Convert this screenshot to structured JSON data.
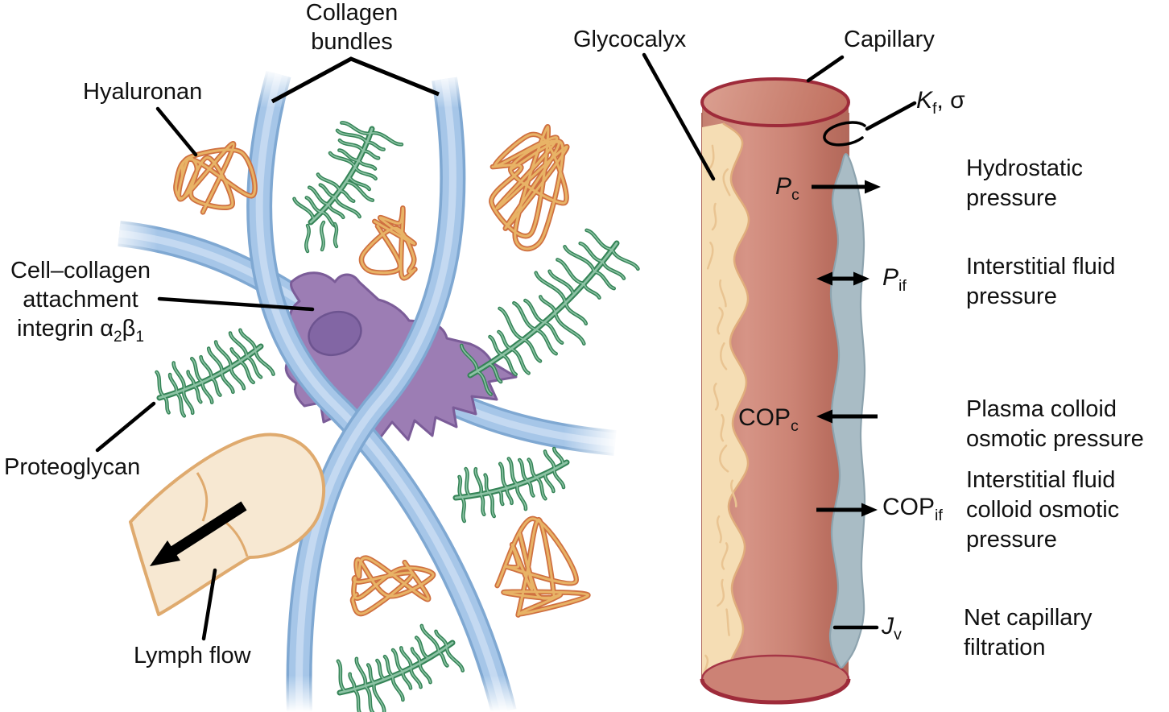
{
  "left": {
    "collagen_label": [
      "Collagen",
      "bundles"
    ],
    "hyaluronan_label": "Hyaluronan",
    "cell_label_line1": "Cell–collagen",
    "cell_label_line2": "attachment",
    "cell_label_line3": {
      "t1": "integrin α",
      "s1": "2",
      "t2": "β",
      "s2": "1"
    },
    "proteoglycan_label": "Proteoglycan",
    "lymph_label": "Lymph flow"
  },
  "right": {
    "glycocalyx_label": "Glycocalyx",
    "capillary_label": "Capillary",
    "kf_label": {
      "base": "K",
      "sub": "f",
      "rest": ", σ"
    },
    "markers": {
      "pc": {
        "base": "P",
        "sub": "c"
      },
      "pif": {
        "base": "P",
        "sub": "if"
      },
      "copc": {
        "base": "COP",
        "sub": "c"
      },
      "copif": {
        "base": "COP",
        "sub": "if"
      },
      "jv": {
        "base": "J",
        "sub": "v"
      }
    },
    "annotations": {
      "hydrostatic": [
        "Hydrostatic",
        "pressure"
      ],
      "interstitial_pressure": [
        "Interstitial fluid",
        "pressure"
      ],
      "plasma_cop": [
        "Plasma colloid",
        "osmotic pressure"
      ],
      "interstitial_cop": [
        "Interstitial fluid",
        "colloid osmotic",
        "pressure"
      ],
      "net_filtration": [
        "Net capillary",
        "filtration"
      ]
    }
  },
  "colors": {
    "collagen_blue": "#a6c6e8",
    "collagen_edge": "#7fa8d2",
    "collagen_highlight": "#c9dcf2",
    "proteoglycan_green_dark": "#358457",
    "proteoglycan_green_light": "#8cc3a4",
    "hyaluronan_orange_dark": "#cf7040",
    "hyaluronan_orange_light": "#e8b366",
    "cell_purple": "#9c7db4",
    "cell_purple_edge": "#7b5c98",
    "nucleus_purple": "#8266a4",
    "lymph_cream": "#f7e8d2",
    "lymph_edge": "#dfaa6e",
    "capillary_salmon": "#cd8577",
    "capillary_rim": "#9e2b3a",
    "glycocalyx_cream": "#f5ddb4",
    "glycocalyx_edge": "#e0ad7c",
    "interstitial_gray": "#a9bcc5",
    "interstitial_gray_edge": "#8da3ae",
    "line_black": "#000000",
    "label_black": "#111111"
  }
}
